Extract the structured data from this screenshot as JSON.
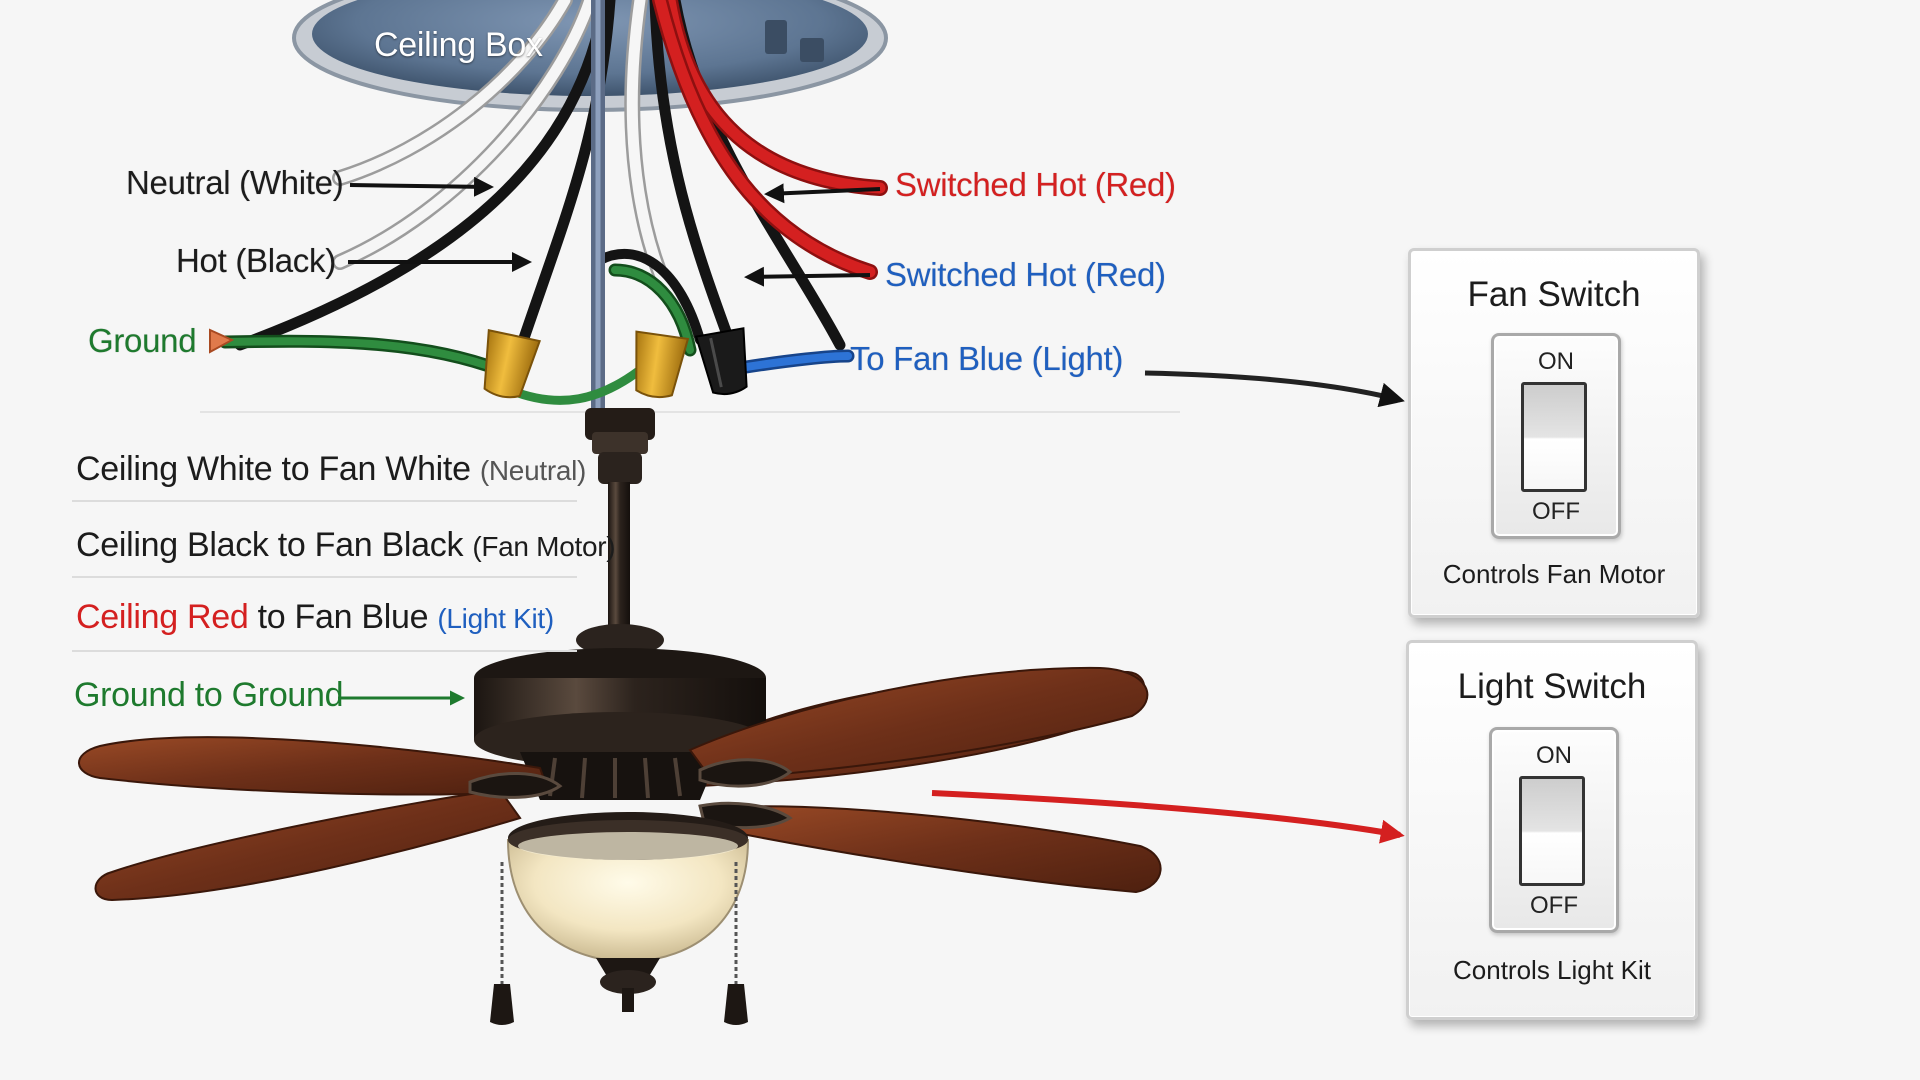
{
  "ceiling_box": {
    "label": "Ceiling Box"
  },
  "wire_labels": {
    "neutral": "Neutral (White)",
    "hot": "Hot (Black)",
    "ground": "Ground",
    "switched_hot_1": "Switched Hot (Red)",
    "switched_hot_2_a": "Switched Hot (",
    "switched_hot_2_b": "Red",
    "switched_hot_2_c": ")",
    "to_fan_blue": "To Fan Blue (Light)"
  },
  "instructions": {
    "white": {
      "main": "Ceiling White to Fan White",
      "note": "(Neutral)"
    },
    "black": {
      "main": "Ceiling Black to Fan Black",
      "note": "(Fan Motor)"
    },
    "red": {
      "red_part": "Ceiling Red",
      "main": " to Fan Blue",
      "note": "(Light Kit)"
    },
    "ground": {
      "main": "Ground to Ground"
    }
  },
  "switches": {
    "fan": {
      "title": "Fan Switch",
      "on": "ON",
      "off": "OFF",
      "caption": "Controls Fan Motor"
    },
    "light": {
      "title": "Light Switch",
      "on": "ON",
      "off": "OFF",
      "caption": "Controls Light Kit"
    }
  },
  "colors": {
    "neutral_wire": "#f4f4f4",
    "hot_wire": "#1a1a1a",
    "switched_red": "#d42020",
    "ground_green": "#1e7a2e",
    "light_blue": "#1f5fbf",
    "wire_nut": "#d9a326",
    "blade_wood": "#7a3a20",
    "fan_body": "#2b2420"
  }
}
